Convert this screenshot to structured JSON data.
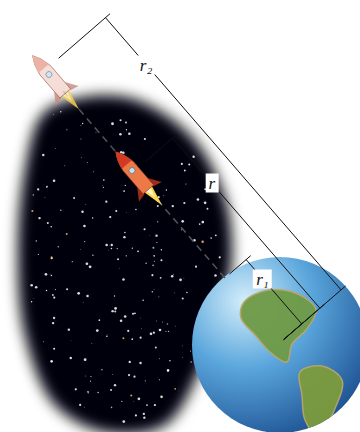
{
  "diagram": {
    "labels": [
      "r₂",
      "r",
      "r₁"
    ]
  }
}
